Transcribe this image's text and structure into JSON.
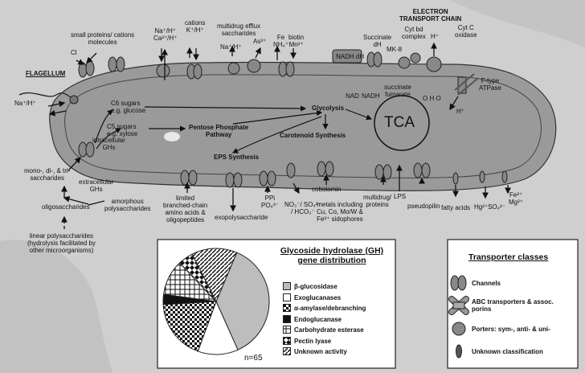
{
  "labels": {
    "flagellum": "FLAGELLUM",
    "na_h_left": "Na⁺/H⁺",
    "small_proteins": "small proteins/ cations\nmolecules",
    "cl": "Cl",
    "na_ca": "Na⁺/H⁺\nCa²⁺/H⁺",
    "cations": "cations\nK⁺/H⁺",
    "multidrug_efflux": "multidrug efflux\nsaccharides",
    "na_h_mid": "Na⁺/H⁺",
    "as": "As³⁺",
    "fe_nh4": "Fe\nNH₄⁺",
    "biotin_mn": "biotin\nMn²⁺",
    "succinate_dh": "Succinate\ndH",
    "cyt_bd": "Cyt bd\ncomplex",
    "mk8": "MK-8",
    "nadh_dh": "NADH dH",
    "nad": "NAD",
    "nadh": "NADH",
    "succinate_fumarate": "succinate\nfumarate",
    "electron_chain": "ELECTRON\nTRANSPORT CHAIN",
    "h_plus": "H⁺",
    "cyt_c": "Cyt C\noxidase",
    "o_h2o": "O   H O",
    "f_type": "F-type\nATPase",
    "h_plus2": "H⁺",
    "c6_sugars": "C6 sugars\ne.g. glucose",
    "glycolysis": "Glycolysis",
    "tca": "TCA",
    "c5_sugars": "C5 sugars\ne.g. xylose",
    "pentose": "Pentose Phosphate\nPathway",
    "carotenoid": "Carotenoid Synthesis",
    "intracellular_ghs": "intracellular\nGHs",
    "eps_synthesis": "EPS Synthesis",
    "mono_di_tri": "mono-, di-, & tri-\nsaccharides",
    "extracellular_ghs": "extracellular\nGHs",
    "amorphous": "amorphous\npolysaccharides",
    "oligosaccharides": "oligosaccharides",
    "linear_poly": "linear polysaccharides\n(hydrolysis facilitated by\nother microorganisms)",
    "limited_branched": "limited\nbranched-chain\namino acids &\noligopeptides",
    "exopolysaccharide": "exopolysaccharide",
    "ppi_po4": "PPi\nPO₄³⁻",
    "no3_so4": "NO₃⁻/ SO₄²⁻\n/ HCO₃⁻",
    "metals": "metals including\nCu, Co, Mo/W &\nFe³⁺ sidophores",
    "cobalamin": "cobalamin",
    "multidrug_proteins": "multidrug/\nproteins",
    "lps": "LPS",
    "pseudopilin": "pseudopilin",
    "fatty_acids": "fatty acids",
    "hg_so4": "Hg²⁺SO₄²⁻",
    "fe_mg": "Fe²⁺\nMg²⁺"
  },
  "gh_panel": {
    "title": "Glycoside hydrolase (GH)\ngene distribution",
    "n_label": "n=65",
    "legend": [
      {
        "label": "β-glucosidase",
        "pattern": "gray"
      },
      {
        "label": "Exoglucanases",
        "pattern": "white"
      },
      {
        "label": "α-amylase/debranching",
        "pattern": "checker"
      },
      {
        "label": "Endoglucanase",
        "pattern": "black"
      },
      {
        "label": "Carbohydrate esterase",
        "pattern": "grid"
      },
      {
        "label": "Pectin lyase",
        "pattern": "diamond"
      },
      {
        "label": "Unknown activity",
        "pattern": "diag"
      }
    ]
  },
  "chart_data": {
    "type": "pie",
    "title": "Glycoside hydrolase (GH) gene distribution",
    "categories": [
      "β-glucosidase",
      "Exoglucanases",
      "α-amylase/debranching",
      "Endoglucanase",
      "Carbohydrate esterase",
      "Pectin lyase",
      "Unknown activity"
    ],
    "values": [
      24,
      8,
      12,
      2,
      7,
      3,
      9
    ],
    "total_label": "n=65"
  },
  "transporter_panel": {
    "title": "Transporter classes",
    "items": [
      {
        "label": "Channels",
        "icon": "channel-icon"
      },
      {
        "label": "ABC transporters & assoc.\nporins",
        "icon": "abc-transporter-icon"
      },
      {
        "label": "Porters: sym-, anti- & uni-",
        "icon": "porter-icon"
      },
      {
        "label": "Unknown classification",
        "icon": "unknown-transporter-icon"
      }
    ]
  },
  "colors": {
    "cell_fill": "#9a9a9a",
    "background": "#cfcfcf",
    "beta_glucosidase": "#bdbdbd"
  }
}
